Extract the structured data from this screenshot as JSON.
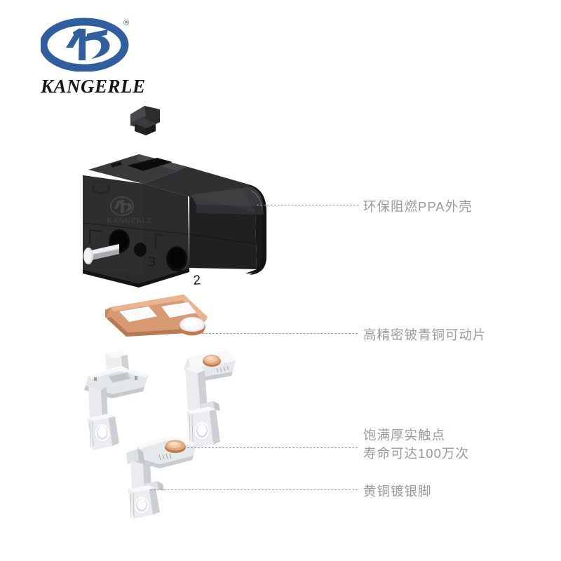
{
  "brand": {
    "name": "KANGERLE",
    "registered_mark": "®",
    "logo_color": "#2f5f9e",
    "wordmark_color": "#16171a"
  },
  "product": {
    "type": "micro switch exploded view",
    "housing_marks": {
      "embossed_brand": "KANGERLE",
      "terminal_numbers": [
        "3",
        "2"
      ]
    }
  },
  "callouts": [
    {
      "id": "housing",
      "lines": [
        "环保阻燃PPA外壳"
      ],
      "emphasis": [
        false
      ],
      "color": "#9a9a9a"
    },
    {
      "id": "movable-piece",
      "lines": [
        "高精密铍青铜可动片"
      ],
      "emphasis": [
        false
      ],
      "color": "#9a9a9a"
    },
    {
      "id": "contacts",
      "lines": [
        "饱满厚实触点",
        "寿命可达100万次"
      ],
      "emphasis": [
        false,
        true
      ],
      "color": "#9a9a9a",
      "emphasis_color": "#111111"
    },
    {
      "id": "terminals",
      "lines": [
        "黄铜镀银脚"
      ],
      "emphasis": [
        false
      ],
      "color": "#9a9a9a"
    }
  ],
  "colors": {
    "background": "#ffffff",
    "leader_line": "#9d9d9d",
    "housing_black": "#2a2a2c",
    "copper": "#d2916a",
    "silver": "#e2e4e6"
  }
}
